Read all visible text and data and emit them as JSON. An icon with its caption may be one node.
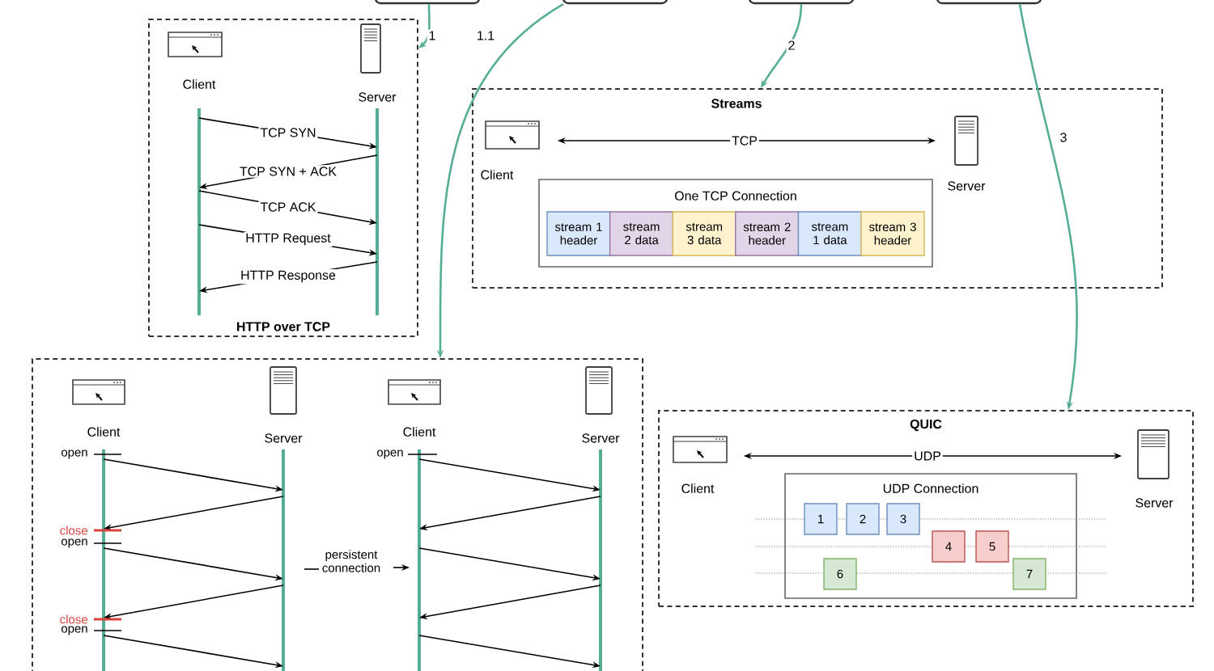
{
  "diagram": {
    "nodes": [
      {
        "text": [],
        "shape": "box"
      },
      {
        "text": [],
        "shape": "box"
      },
      {
        "text": [],
        "shape": "box"
      },
      {
        "text": [],
        "shape": "box"
      },
      {
        "text": [
          "HTTP over TCP"
        ]
      },
      {
        "text": [
          "Client"
        ],
        "in": 4
      },
      {
        "text": [
          "Server"
        ],
        "in": 4
      },
      {
        "text": [
          "Streams"
        ]
      },
      {
        "text": [
          "Client"
        ],
        "in": 7
      },
      {
        "text": [
          "Server"
        ],
        "in": 7
      },
      {
        "text": [
          "One TCP Connection"
        ],
        "in": 7
      },
      {
        "text": [
          "stream 1 header"
        ],
        "in": 10
      },
      {
        "text": [
          "stream 2 data"
        ],
        "in": 10
      },
      {
        "text": [
          "stream 3 data"
        ],
        "in": 10
      },
      {
        "text": [
          "stream 2 header"
        ],
        "in": 10
      },
      {
        "text": [
          "stream 1 data"
        ],
        "in": 10
      },
      {
        "text": [
          "stream 3 header"
        ],
        "in": 10
      },
      {
        "text": [],
        "shape": "box"
      },
      {
        "text": [
          "Client"
        ],
        "in": 17
      },
      {
        "text": [
          "Server"
        ],
        "in": 17
      },
      {
        "text": [
          "Client"
        ],
        "in": 17
      },
      {
        "text": [
          "Server"
        ],
        "in": 17
      },
      {
        "text": [
          "QUIC"
        ]
      },
      {
        "text": [
          "Client"
        ],
        "in": 22
      },
      {
        "text": [
          "Server"
        ],
        "in": 22
      },
      {
        "text": [
          "UDP Connection"
        ],
        "in": 22
      },
      {
        "text": [
          "1"
        ],
        "in": 25
      },
      {
        "text": [
          "2"
        ],
        "in": 25
      },
      {
        "text": [
          "3"
        ],
        "in": 25
      },
      {
        "text": [
          "4"
        ],
        "in": 25
      },
      {
        "text": [
          "5"
        ],
        "in": 25
      },
      {
        "text": [
          "6"
        ],
        "in": 25
      },
      {
        "text": [
          "7"
        ],
        "in": 25
      }
    ],
    "edges": [
      {
        "from": 0,
        "to": 4,
        "arrow": "to",
        "label": "1",
        "color": "#56ae97"
      },
      {
        "from": 1,
        "to": 17,
        "arrow": "to",
        "label": "1.1",
        "color": "#56ae97"
      },
      {
        "from": 2,
        "to": 7,
        "arrow": "to",
        "label": "2",
        "color": "#56ae97"
      },
      {
        "from": 3,
        "to": 22,
        "arrow": "to",
        "label": "3",
        "color": "#56ae97"
      },
      {
        "from": 5,
        "to": 6,
        "arrow": "to",
        "label": "TCP SYN"
      },
      {
        "from": 6,
        "to": 5,
        "arrow": "to",
        "label": "TCP SYN + ACK"
      },
      {
        "from": 5,
        "to": 6,
        "arrow": "to",
        "label": "TCP ACK"
      },
      {
        "from": 5,
        "to": 6,
        "arrow": "to",
        "label": "HTTP Request"
      },
      {
        "from": 6,
        "to": 5,
        "arrow": "to",
        "label": "HTTP Response"
      },
      {
        "from": 8,
        "to": 9,
        "arrow": "both",
        "label": "TCP"
      },
      {
        "from": 18,
        "to": 19,
        "arrow": "to"
      },
      {
        "from": 19,
        "to": 18,
        "arrow": "to"
      },
      {
        "from": 18,
        "to": 19,
        "arrow": "to"
      },
      {
        "from": 19,
        "to": 18,
        "arrow": "to"
      },
      {
        "from": 18,
        "to": 19,
        "arrow": "to"
      },
      {
        "from": 20,
        "to": 21,
        "arrow": "to"
      },
      {
        "from": 21,
        "to": 20,
        "arrow": "to"
      },
      {
        "from": 20,
        "to": 21,
        "arrow": "to"
      },
      {
        "from": 21,
        "to": 20,
        "arrow": "to"
      },
      {
        "from": 20,
        "to": 21,
        "arrow": "to"
      },
      {
        "from": 23,
        "to": 24,
        "arrow": "both",
        "label": "UDP"
      }
    ],
    "labels": [
      "open",
      "open",
      "close",
      "open",
      "persistent connection",
      "close",
      "open"
    ]
  }
}
